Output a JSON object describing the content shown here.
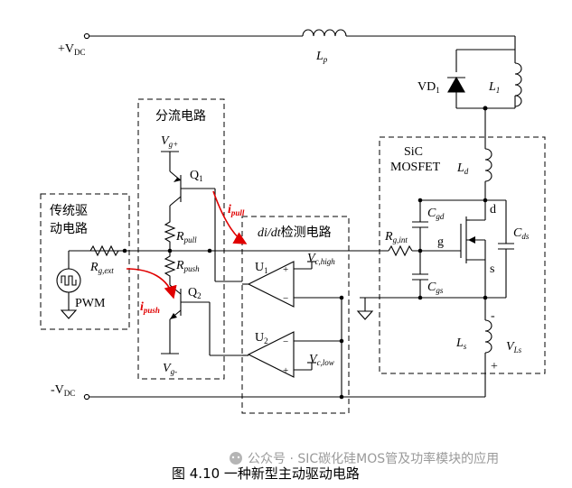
{
  "labels": {
    "vdc_plus": "+V",
    "vdc_plus_sub": "DC",
    "vdc_minus": "-V",
    "vdc_minus_sub": "DC",
    "lp": "L",
    "lp_sub": "p",
    "vd1": "VD",
    "vd1_sub": "1",
    "l1": "L",
    "l1_sub": "1",
    "shunt_box": "分流电路",
    "vg_plus": "V",
    "vg_plus_sub": "g+",
    "vg_minus": "V",
    "vg_minus_sub": "g-",
    "q1": "Q",
    "q1_sub": "1",
    "q2": "Q",
    "q2_sub": "2",
    "rpull": "R",
    "rpull_sub": "pull",
    "rpush": "R",
    "rpush_sub": "push",
    "ipull": "i",
    "ipull_sub": "pull",
    "ipush": "i",
    "ipush_sub": "push",
    "trad_box_line1": "传统驱",
    "trad_box_line2": "动电路",
    "rgext": "R",
    "rgext_sub": "g,ext",
    "pwm": "PWM",
    "didt_italic": "di/dt",
    "didt_text": "检测电路",
    "u1": "U",
    "u1_sub": "1",
    "u2": "U",
    "u2_sub": "2",
    "vchigh": "V",
    "vchigh_sub": "c,high",
    "vclow": "V",
    "vclow_sub": "c,low",
    "sic_line1": "SiC",
    "sic_line2": "MOSFET",
    "ld": "L",
    "ld_sub": "d",
    "cgd": "C",
    "cgd_sub": "gd",
    "cgs": "C",
    "cgs_sub": "gs",
    "cds": "C",
    "cds_sub": "ds",
    "rgint": "R",
    "rgint_sub": "g,int",
    "d": "d",
    "g": "g",
    "s": "s",
    "ls": "L",
    "ls_sub": "s",
    "vls": "V",
    "vls_sub": "Ls",
    "minus_sign": "-",
    "plus_sign": "+",
    "opamp_plus": "+",
    "opamp_minus": "−"
  },
  "caption": "图 4.10  一种新型主动驱动电路",
  "watermark": "公众号 · SIC碳化硅MOS管及功率模块的应用",
  "colors": {
    "line": "#000000",
    "accent": "#e00000",
    "watermark": "#9a9a9a"
  }
}
